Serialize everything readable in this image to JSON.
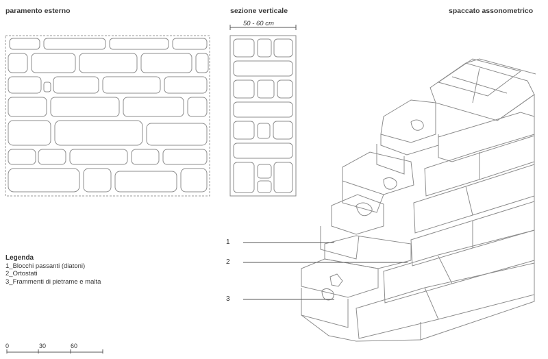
{
  "titles": {
    "left": "paramento esterno",
    "center": "sezione verticale",
    "right": "spaccato assonometrico"
  },
  "dimension": "50 - 60 cm",
  "legend": {
    "title": "Legenda",
    "items": [
      "1_Blocchi passanti (diatoni)",
      "2_Ortostati",
      "3_Frammenti di pietrame e malta"
    ]
  },
  "callouts": [
    "1",
    "2",
    "3"
  ],
  "scale": {
    "ticks": [
      "0",
      "30",
      "60"
    ]
  },
  "colors": {
    "stroke": "#8c8c8c",
    "text": "#333333",
    "background": "#ffffff"
  }
}
